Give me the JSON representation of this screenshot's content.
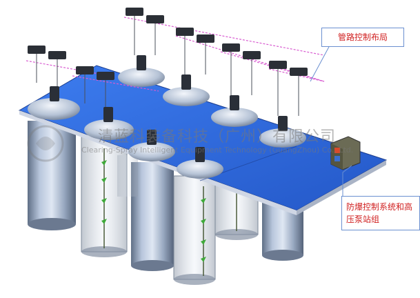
{
  "callouts": {
    "piping_layout": "管路控制布局",
    "explosion_proof_system": "防爆控制系统和高压泵站组"
  },
  "watermark": {
    "company_cn": "清蓝科装备科技（广州）有限公司",
    "company_en": "Clearing-Spray Intelligent Equipment Technology (GuangZhou) Co., Ltd."
  },
  "colors": {
    "platform": "#2f6fe0",
    "platform_edge": "#cfd6e4",
    "tank": "#9fb0c8",
    "callout_text": "#d02020",
    "callout_border": "#6a8fd0",
    "pipe": "#d85bd0"
  }
}
